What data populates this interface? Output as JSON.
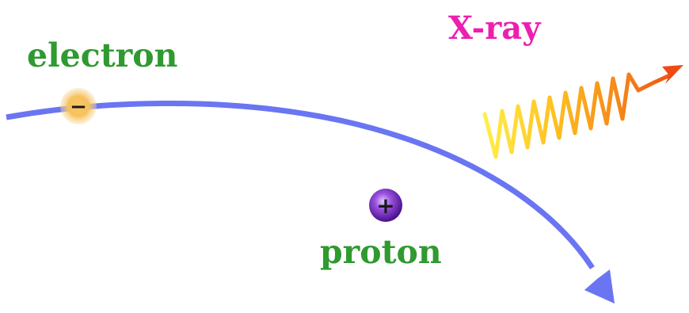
{
  "labels": {
    "electron": "electron",
    "proton": "proton",
    "xray": "X-ray"
  },
  "symbols": {
    "electron_charge": "−",
    "proton_charge": "+"
  },
  "colors": {
    "particle_label": "#2f9a2f",
    "xray_label": "#ec1fb0",
    "trajectory": "#6a75f2",
    "electron_fill": "#f7c15c",
    "proton_fill": "#7a2fc8",
    "wave_start": "#ffe636",
    "wave_end": "#f04e16"
  },
  "icons": {
    "trajectory": "curved-arrow-icon",
    "electron": "electron-particle-icon",
    "proton": "proton-particle-icon",
    "photon": "xray-wave-icon"
  }
}
